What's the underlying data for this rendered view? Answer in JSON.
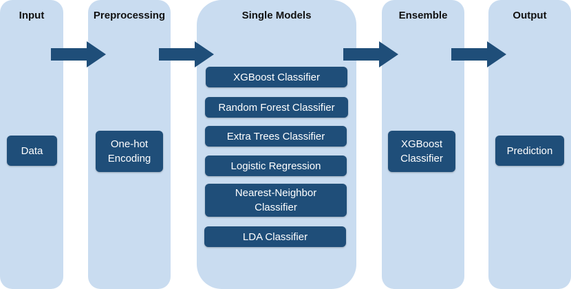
{
  "columns": {
    "input": {
      "title": "Input"
    },
    "preprocessing": {
      "title": "Preprocessing"
    },
    "single_models": {
      "title": "Single Models"
    },
    "ensemble": {
      "title": "Ensemble"
    },
    "output": {
      "title": "Output"
    }
  },
  "boxes": {
    "data": "Data",
    "onehot": "One-hot\nEncoding",
    "xgboost": "XGBoost Classifier",
    "random_forest": "Random Forest Classifier",
    "extra_trees": "Extra Trees Classifier",
    "logistic": "Logistic Regression",
    "nearest_neighbor": "Nearest-Neighbor\nClassifier",
    "lda": "LDA Classifier",
    "ensemble_xgb": "XGBoost\nClassifier",
    "prediction": "Prediction"
  },
  "colors": {
    "column_fill": "#c9dcf0",
    "box_fill": "#1f4e79",
    "arrow_fill": "#1f4e79"
  }
}
